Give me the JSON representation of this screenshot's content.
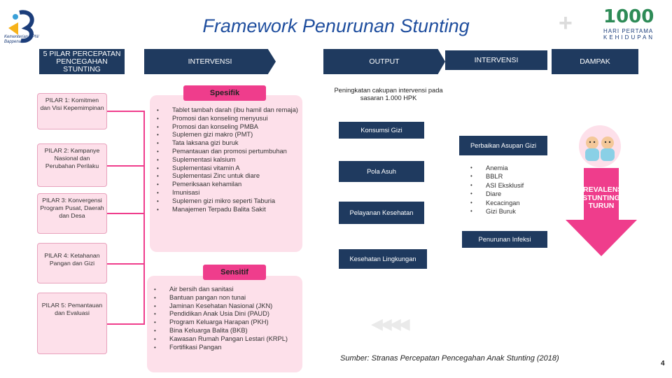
{
  "header": {
    "title_italic_1": "Framework",
    "title_plain": "Penurunan",
    "title_italic_2": "Stunting",
    "logo_left_text": "Kementerian PPN/ Bappenas",
    "logo_right_number": "1000",
    "logo_right_sub1": "HARI PERTAMA",
    "logo_right_sub2": "KEHIDUPAN"
  },
  "columns": {
    "pilar": "5 PILAR PERCEPATAN PENCEGAHAN STUNTING",
    "intervensi": "INTERVENSI",
    "output": "OUTPUT",
    "intervensi2": "INTERVENSI",
    "dampak": "DAMPAK"
  },
  "pillars": [
    "PILAR 1: Komitmen dan Visi Kepemimpinan",
    "PILAR 2: Kampanye Nasional dan Perubahan Perilaku",
    "PILAR 3: Konvergensi Program Pusat, Daerah dan Desa",
    "PILAR 4: Ketahanan Pangan dan Gizi",
    "PILAR 5: Pemantauan dan Evaluasi"
  ],
  "spesifik": {
    "label": "Spesifik",
    "items": [
      "Tablet tambah darah (ibu hamil dan remaja)",
      "Promosi dan konseling menyusui",
      "Promosi dan konseling PMBA",
      "Suplemen gizi makro (PMT)",
      "Tata laksana gizi buruk",
      "Pemantauan dan promosi pertumbuhan",
      "Suplementasi kalsium",
      "Suplementasi vitamin A",
      "Suplementasi Zinc untuk diare",
      "Pemeriksaan kehamilan",
      "Imunisasi",
      "Suplemen gizi mikro seperti Taburia",
      "Manajemen Terpadu Balita Sakit"
    ]
  },
  "sensitif": {
    "label": "Sensitif",
    "items": [
      "Air bersih dan sanitasi",
      "Bantuan pangan non tunai",
      "Jaminan Kesehatan Nasional (JKN)",
      "Pendidikan Anak Usia Dini (PAUD)",
      "Program Keluarga Harapan (PKH)",
      "Bina Keluarga Balita (BKB)",
      "Kawasan Rumah Pangan Lestari (KRPL)",
      "Fortifikasi Pangan"
    ]
  },
  "output": {
    "caption": "Peningkatan cakupan intervensi pada sasaran 1.000 HPK",
    "boxes": [
      "Konsumsi Gizi",
      "Pola Asuh",
      "Pelayanan Kesehatan",
      "Kesehatan Lingkungan"
    ]
  },
  "intervensi2": {
    "asupan": "Perbaikan Asupan Gizi",
    "items": [
      "Anemia",
      "BBLR",
      "ASI Eksklusif",
      "Diare",
      "Kecacingan",
      "Gizi Buruk"
    ],
    "infeksi": "Penurunan Infeksi"
  },
  "dampak": {
    "text": "PREVALENSI STUNTING TURUN"
  },
  "footer": {
    "source": "Sumber: Stranas Percepatan Pencegahan Anak Stunting (2018)",
    "page": "4"
  },
  "colors": {
    "navy": "#1f3a5f",
    "pink": "#ef3d8c",
    "pink_light": "#fde0ea",
    "title_blue": "#1f4e9e"
  }
}
